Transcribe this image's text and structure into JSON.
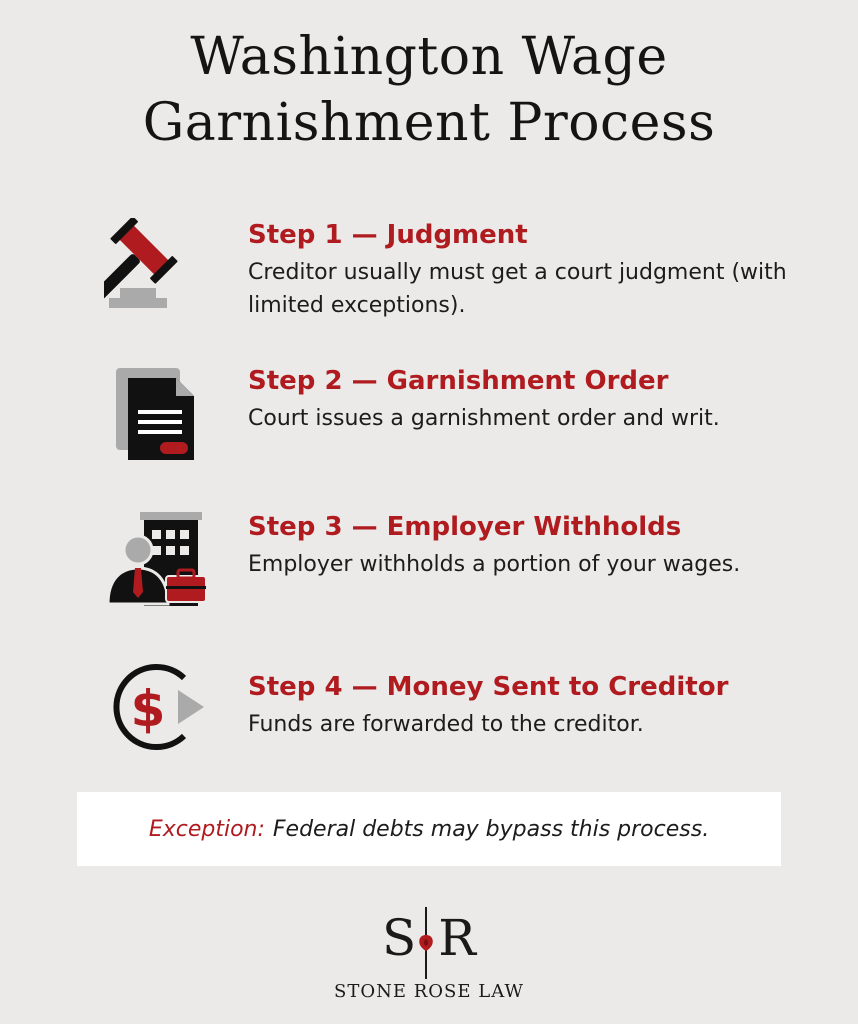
{
  "title": {
    "line1": "Washington Wage",
    "line2": "Garnishment Process"
  },
  "steps": [
    {
      "heading": "Step 1 — Judgment",
      "description": "Creditor usually must get a court judgment (with limited exceptions).",
      "icon": "gavel-icon"
    },
    {
      "heading": "Step 2 — Garnishment Order",
      "description": "Court issues a garnishment order and writ.",
      "icon": "document-icon"
    },
    {
      "heading": "Step 3 — Employer Withholds",
      "description": "Employer withholds a portion of your wages.",
      "icon": "employer-building-icon"
    },
    {
      "heading": "Step 4 — Money Sent to Creditor",
      "description": "Funds are forwarded to the creditor.",
      "icon": "dollar-transfer-icon"
    }
  ],
  "exception": {
    "label": "Exception:",
    "text": "Federal debts may bypass this process."
  },
  "logo": {
    "letter_left": "S",
    "letter_right": "R",
    "name": "STONE ROSE LAW"
  },
  "colors": {
    "accent": "#b01b1f",
    "background": "#ebeae8",
    "text": "#1b1b1b",
    "gray": "#aaaaaa"
  }
}
